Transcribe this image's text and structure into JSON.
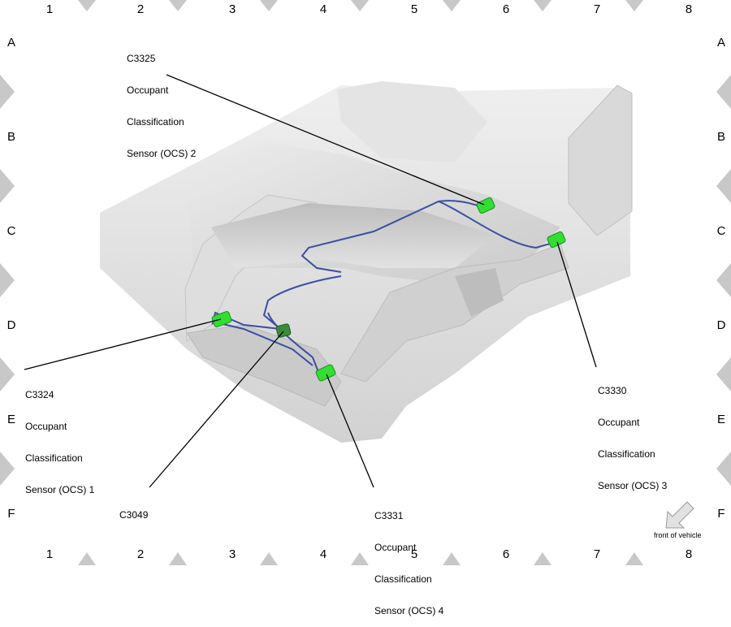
{
  "grid": {
    "columns": [
      "1",
      "2",
      "3",
      "4",
      "5",
      "6",
      "7",
      "8"
    ],
    "rows": [
      "A",
      "B",
      "C",
      "D",
      "E",
      "F"
    ]
  },
  "callouts": {
    "c3325": {
      "id": "C3325",
      "lines": [
        "Occupant",
        "Classification",
        "Sensor (OCS) 2"
      ]
    },
    "c3324": {
      "id": "C3324",
      "lines": [
        "Occupant",
        "Classification",
        "Sensor (OCS) 1"
      ]
    },
    "c3330": {
      "id": "C3330",
      "lines": [
        "Occupant",
        "Classification",
        "Sensor (OCS) 3"
      ]
    },
    "c3331": {
      "id": "C3331",
      "lines": [
        "Occupant",
        "Classification",
        "Sensor (OCS) 4"
      ]
    },
    "c3049": {
      "id": "C3049"
    }
  },
  "front_of_vehicle": "front of vehicle",
  "colors": {
    "connector": "#33dd33",
    "connector_dark": "#3a8a3a",
    "harness": "#3a4fa0",
    "seat_light": "#e6e6e6",
    "seat_mid": "#cfcfcf",
    "seat_dark": "#b5b5b5",
    "border_marker": "#c8c8c8"
  }
}
